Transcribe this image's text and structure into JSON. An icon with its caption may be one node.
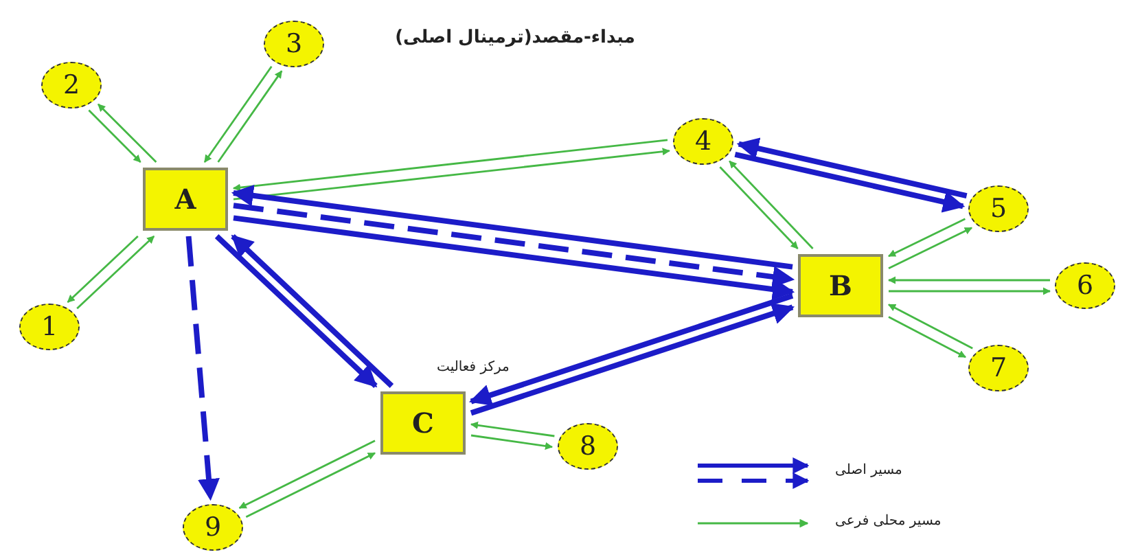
{
  "diagram": {
    "title": "مبداء-مقصد(ترمینال اصلی)",
    "nodes": [
      {
        "text": [
          "A"
        ]
      },
      {
        "text": [
          "B"
        ]
      },
      {
        "text": [
          "C"
        ],
        "beside": [
          "مرکز فعالیت"
        ]
      },
      {
        "text": [
          "1"
        ]
      },
      {
        "text": [
          "2"
        ]
      },
      {
        "text": [
          "3"
        ]
      },
      {
        "text": [
          "4"
        ]
      },
      {
        "text": [
          "5"
        ]
      },
      {
        "text": [
          "6"
        ]
      },
      {
        "text": [
          "7"
        ]
      },
      {
        "text": [
          "8"
        ]
      },
      {
        "text": [
          "9"
        ]
      }
    ],
    "edges": [
      {
        "from": 3,
        "to": 0,
        "arrow": "to"
      },
      {
        "from": 0,
        "to": 3,
        "arrow": "to"
      },
      {
        "from": 4,
        "to": 0,
        "arrow": "to"
      },
      {
        "from": 0,
        "to": 4,
        "arrow": "to"
      },
      {
        "from": 5,
        "to": 0,
        "arrow": "to"
      },
      {
        "from": 0,
        "to": 5,
        "arrow": "to"
      },
      {
        "from": 0,
        "to": 6,
        "arrow": "to"
      },
      {
        "from": 6,
        "to": 0,
        "arrow": "to"
      },
      {
        "from": 6,
        "to": 1,
        "arrow": "to"
      },
      {
        "from": 1,
        "to": 6,
        "arrow": "to"
      },
      {
        "from": 7,
        "to": 1,
        "arrow": "to"
      },
      {
        "from": 1,
        "to": 7,
        "arrow": "to"
      },
      {
        "from": 1,
        "to": 8,
        "arrow": "to"
      },
      {
        "from": 8,
        "to": 1,
        "arrow": "to"
      },
      {
        "from": 1,
        "to": 9,
        "arrow": "to"
      },
      {
        "from": 9,
        "to": 1,
        "arrow": "to"
      },
      {
        "from": 2,
        "to": 10,
        "arrow": "to"
      },
      {
        "from": 10,
        "to": 2,
        "arrow": "to"
      },
      {
        "from": 11,
        "to": 2,
        "arrow": "to"
      },
      {
        "from": 2,
        "to": 11,
        "arrow": "to"
      },
      {
        "from": 6,
        "to": 7,
        "arrow": "to",
        "style": "thick",
        "color": "#1c1cc8"
      },
      {
        "from": 7,
        "to": 6,
        "arrow": "to",
        "style": "thick",
        "color": "#1c1cc8"
      },
      {
        "from": 0,
        "to": 1,
        "arrow": "to",
        "style": "thick",
        "color": "#1c1cc8"
      },
      {
        "from": 0,
        "to": 1,
        "arrow": "to",
        "style": "dashed",
        "color": "#1c1cc8"
      },
      {
        "from": 1,
        "to": 0,
        "arrow": "to",
        "style": "thick",
        "color": "#1c1cc8"
      },
      {
        "from": 0,
        "to": 2,
        "arrow": "to",
        "style": "thick",
        "color": "#1c1cc8"
      },
      {
        "from": 2,
        "to": 0,
        "arrow": "to",
        "style": "thick",
        "color": "#1c1cc8"
      },
      {
        "from": 2,
        "to": 1,
        "arrow": "to",
        "style": "thick",
        "color": "#1c1cc8"
      },
      {
        "from": 1,
        "to": 2,
        "arrow": "to",
        "style": "thick",
        "color": "#1c1cc8"
      },
      {
        "from": 0,
        "to": 11,
        "arrow": "to",
        "style": "dashed",
        "color": "#1c1cc8"
      }
    ],
    "legend": [
      {
        "text": "مسیر اصلی"
      },
      {
        "text": "مسیر محلی فرعی"
      }
    ]
  }
}
